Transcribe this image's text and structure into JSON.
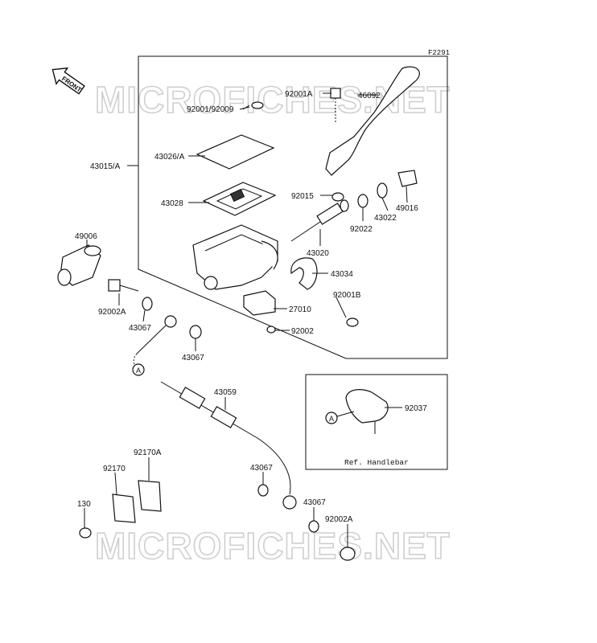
{
  "figure_code": "F2291",
  "front_label": "FRONT",
  "watermark": "MICROFICHES.NET",
  "ref_label": "Ref. Handlebar",
  "callout_letter": "A",
  "parts": {
    "p92001_92009": "92001/92009",
    "p92001A": "92001A",
    "p46092": "46092",
    "p43026A": "43026/A",
    "p43015A": "43015/A",
    "p43028": "43028",
    "p92015": "92015",
    "p43022": "43022",
    "p49016": "49016",
    "p92022": "92022",
    "p43020": "43020",
    "p49006": "49006",
    "p43034": "43034",
    "p92001B": "92001B",
    "p92002A_top": "92002A",
    "p43067_a": "43067",
    "p27010": "27010",
    "p92002": "92002",
    "p43067_b": "43067",
    "p43059": "43059",
    "p92037": "92037",
    "p92170A": "92170A",
    "p92170": "92170",
    "p43067_c": "43067",
    "p130": "130",
    "p43067_d": "43067",
    "p92002A_bot": "92002A"
  }
}
